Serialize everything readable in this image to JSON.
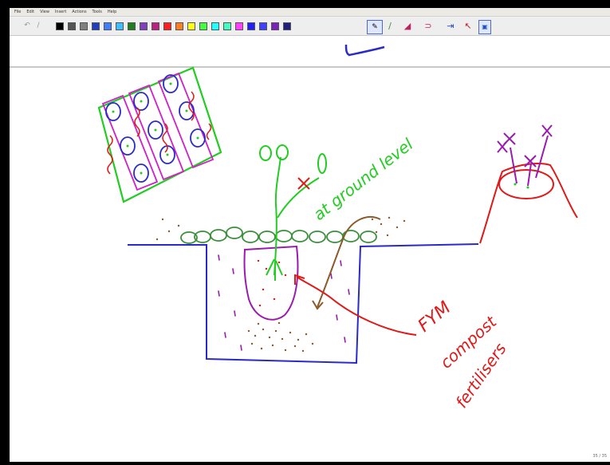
{
  "menu": [
    "File",
    "Edit",
    "View",
    "Insert",
    "Actions",
    "Tools",
    "Help"
  ],
  "palette": [
    "#000000",
    "#555555",
    "#7f7f7f",
    "#1f3fbf",
    "#3f7fff",
    "#3fbfff",
    "#1f7f1f",
    "#7f3fbf",
    "#bf1f7f",
    "#ff1f1f",
    "#ff7f1f",
    "#ffff1f",
    "#3fff3f",
    "#1fffff",
    "#3fffbf",
    "#ff3fff",
    "#1f1fff",
    "#3f3fff",
    "#7f1fbf",
    "#1f1f7f"
  ],
  "icons": {
    "undo": "undo-icon",
    "pen": "pen-icon",
    "highlighter": "highlighter-icon",
    "eraser": "eraser-icon",
    "lasso": "lasso-icon",
    "insert_space": "insert-space-icon",
    "pointer": "pointer-icon",
    "page_view": "page-view-icon"
  },
  "annotations": {
    "ground_level": "at ground level",
    "fym": "FYM",
    "compost": "compost",
    "fertilisers": "fertilisers"
  },
  "ink_colors": {
    "green": "#22cc22",
    "red": "#e01818",
    "blue": "#2a2ac8",
    "purple": "#9a1ab0",
    "magenta": "#d020c8",
    "brown": "#8a5a2a"
  },
  "status": {
    "page": "35 / 35"
  }
}
